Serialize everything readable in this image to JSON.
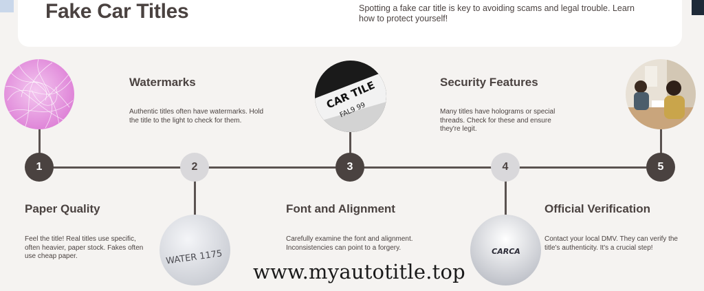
{
  "header": {
    "title": "Fake Car Titles",
    "intro": "Spotting a fake car title is key to avoiding scams and legal trouble. Learn how to protect yourself!"
  },
  "steps": [
    {
      "number": "1",
      "title": "Paper Quality",
      "description": "Feel the title! Real titles use specific, often heavier, paper stock. Fakes often use cheap paper."
    },
    {
      "number": "2",
      "title": "Watermarks",
      "description": "Authentic titles often have watermarks. Hold the title to the light to check for them."
    },
    {
      "number": "3",
      "title": "Font and Alignment",
      "description": "Carefully examine the font and alignment. Inconsistencies can point to a forgery."
    },
    {
      "number": "4",
      "title": "Security Features",
      "description": "Many titles have holograms or special threads. Check for these and ensure they're legit."
    },
    {
      "number": "5",
      "title": "Official Verification",
      "description": "Contact your local DMV. They can verify the title's authenticity. It's a crucial step!"
    }
  ],
  "images": {
    "watermark_text": "WATER 1175",
    "car_title_line1": "CAR TILE",
    "car_title_line2": "FAL9  99",
    "hologram_text": "CARCA"
  },
  "overlay": {
    "url": "www.myautotitle.top"
  },
  "colors": {
    "background": "#f5f3f1",
    "dark_node": "#4a4240",
    "light_node": "#d9d8db",
    "text": "#4a4240"
  }
}
